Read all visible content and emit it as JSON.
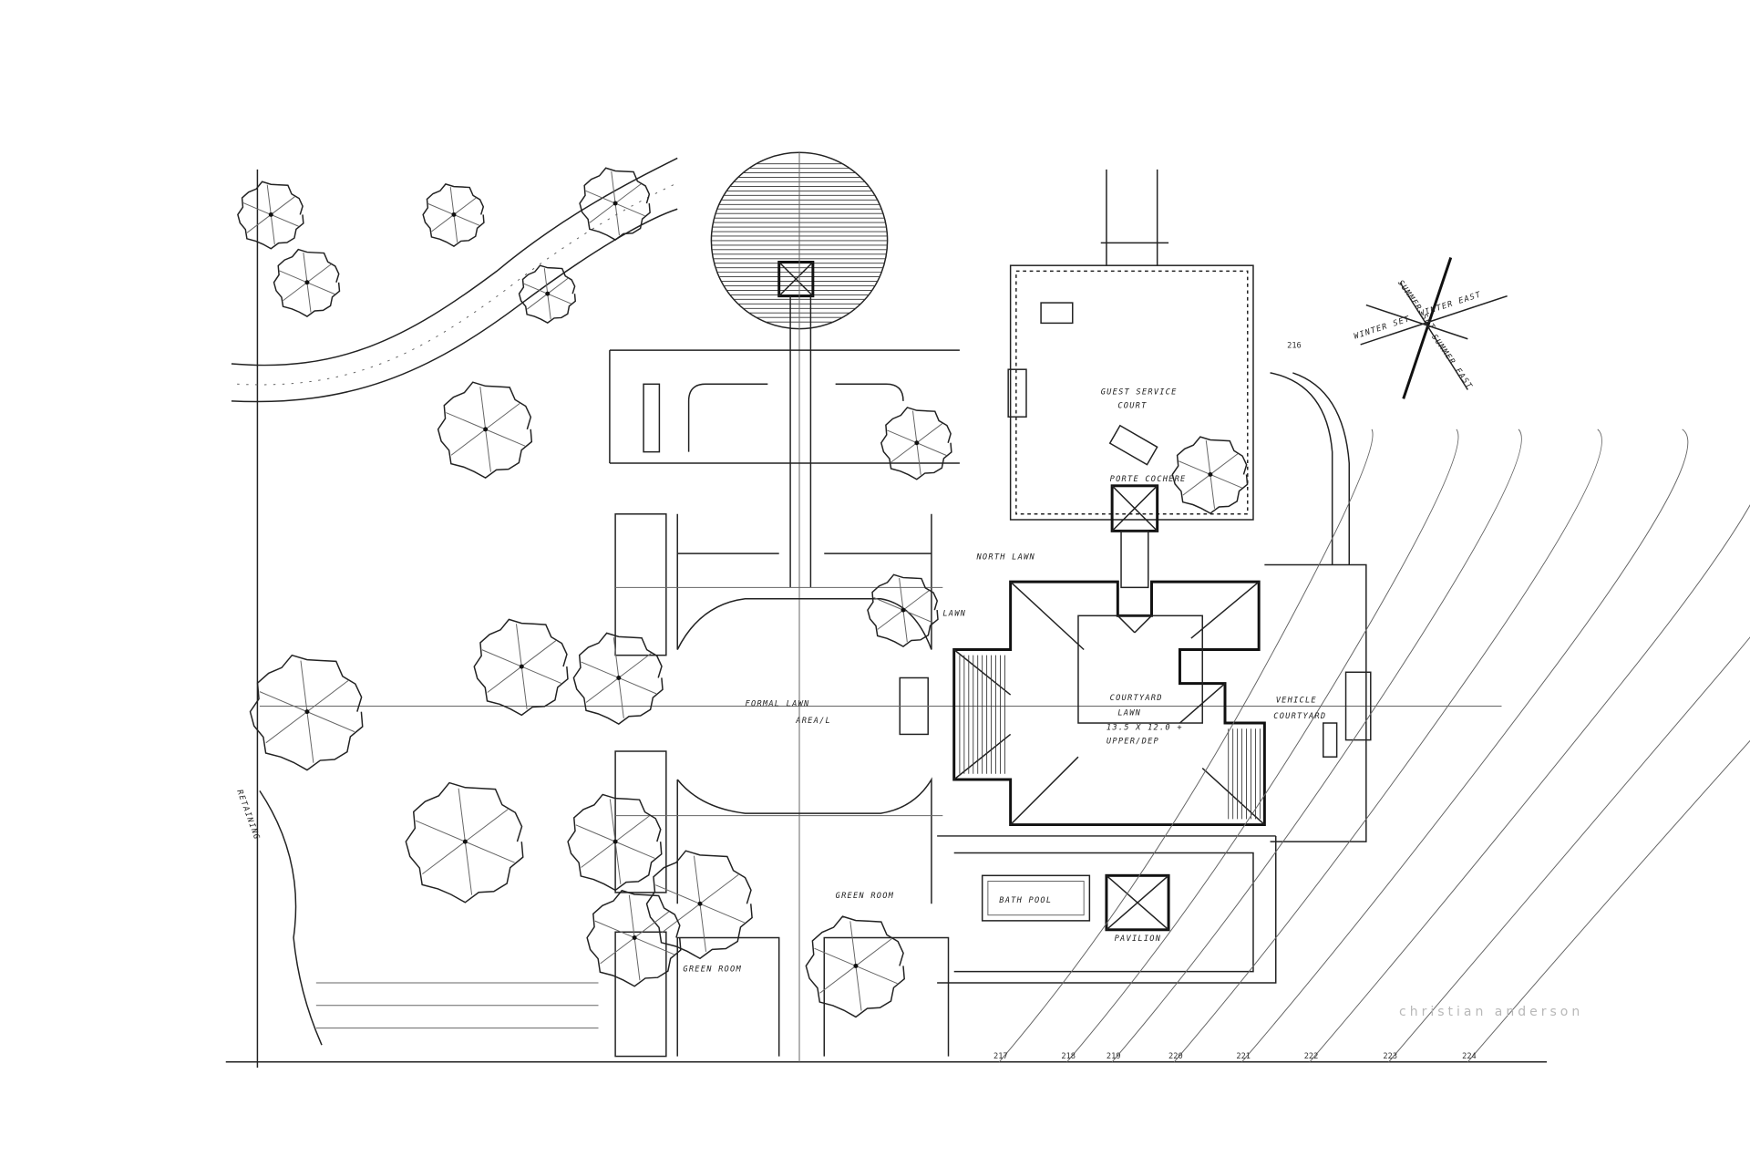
{
  "labels": {
    "formal_lawn": "FORMAL LAWN",
    "formal_lawn_sub": "AREA/L",
    "guest_service_court": "GUEST SERVICE",
    "guest_service_court_2": "COURT",
    "porte_cochere": "PORTE COCHERE",
    "courtyard_lawn": "COURTYARD",
    "courtyard_lawn_2": "LAWN",
    "courtyard_lawn_3": "13.5 X 12.0 +",
    "courtyard_lawn_4": "UPPER/DEP",
    "vehicle_courtyard": "VEHICLE",
    "vehicle_courtyard_2": "COURTYARD",
    "pool": "BATH POOL",
    "pavilion": "PAVILION",
    "green_room_1": "GREEN ROOM",
    "green_room_2": "GREEN ROOM",
    "retaining": "RETAINING",
    "compass_1": "SUMMER SET",
    "compass_2": "WINTER EAST",
    "compass_3": "SUMMER EAST",
    "compass_4": "WINTER SET",
    "lawn": "LAWN",
    "north_lawn": "NORTH LAWN"
  },
  "contours": [
    "217",
    "218",
    "219",
    "220",
    "221",
    "222",
    "223",
    "224",
    "216"
  ],
  "credit": "christian anderson"
}
